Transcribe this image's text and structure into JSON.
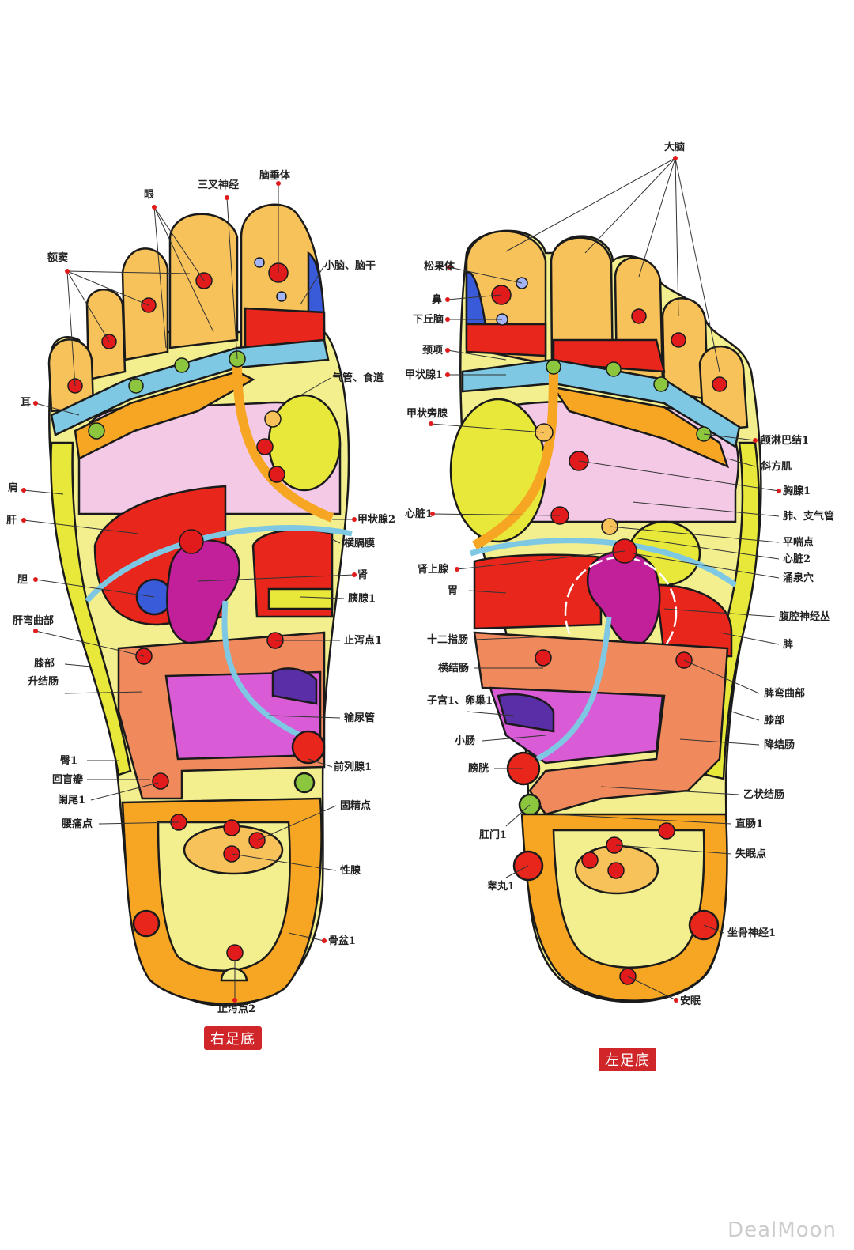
{
  "titles": {
    "right_foot": "右足底",
    "left_foot": "左足底"
  },
  "watermark": "DealMoon",
  "colors": {
    "outline": "#1a1a1a",
    "sole": "#f3ee8e",
    "toe": "#f7c25a",
    "heel_orange": "#f6a623",
    "lung_pink": "#f3c9e6",
    "liver_red": "#e8261b",
    "kidney_magenta": "#c21f9a",
    "intestine_orange": "#f08a5d",
    "bladder_magenta": "#d95bd6",
    "line_blue": "#7ec8e3",
    "yellow_edge": "#e8e83a",
    "point_red": "#e11b1b",
    "green": "#8cc63f",
    "blue": "#3a5bd9",
    "purple": "#5a2ea6"
  },
  "labels": {
    "right": {
      "e_dou": "额窦",
      "yan": "眼",
      "sancha": "三叉神经",
      "naochui": "脑垂体",
      "xiaonao": "小脑、脑干",
      "er": "耳",
      "qiguan": "气管、食道",
      "jian": "肩",
      "gan": "肝",
      "jiazhuang2": "甲状腺2",
      "hengge": "横膈膜",
      "dan": "胆",
      "shen": "肾",
      "yi": "胰腺1",
      "ganwan": "肝弯曲部",
      "zhixie1": "止泻点1",
      "xi": "膝部",
      "shengjie": "升结肠",
      "shuniao": "输尿管",
      "tun": "臀1",
      "huimang": "回盲瓣",
      "qianlie": "前列腺1",
      "lanwei": "阑尾1",
      "gujing": "固精点",
      "yaotong": "腰痛点",
      "xingxian": "性腺",
      "gupen": "骨盆1",
      "zhixie2": "止泻点2"
    },
    "left": {
      "danao": "大脑",
      "songguo": "松果体",
      "bi": "鼻",
      "xiaqiu": "下丘脑",
      "jingxiang": "颈项",
      "jiazhuang1": "甲状腺1",
      "jiapang": "甲状旁腺",
      "hanlin": "颔淋巴结1",
      "xiefang": "斜方肌",
      "xiongxian": "胸腺1",
      "feizhi": "肺、支气管",
      "xinzang1": "心脏1",
      "pingchuan": "平喘点",
      "xinzang2": "心脏2",
      "shangxian": "肾上腺",
      "yongquan": "涌泉穴",
      "wei": "胃",
      "fuqiang": "腹腔神经丛",
      "shierzhi": "十二指肠",
      "pi": "脾",
      "hengjie": "横结肠",
      "piwan": "脾弯曲部",
      "zigong": "子宫1、卵巢1",
      "xi": "膝部",
      "xiaochang": "小肠",
      "jiangjie": "降结肠",
      "pangguang": "膀胱",
      "yizhuang": "乙状结肠",
      "gangmen": "肛门1",
      "zhichang": "直肠1",
      "shimian": "失眠点",
      "gaowan": "睾丸1",
      "zuogu": "坐骨神经1",
      "anmian": "安眠"
    }
  }
}
